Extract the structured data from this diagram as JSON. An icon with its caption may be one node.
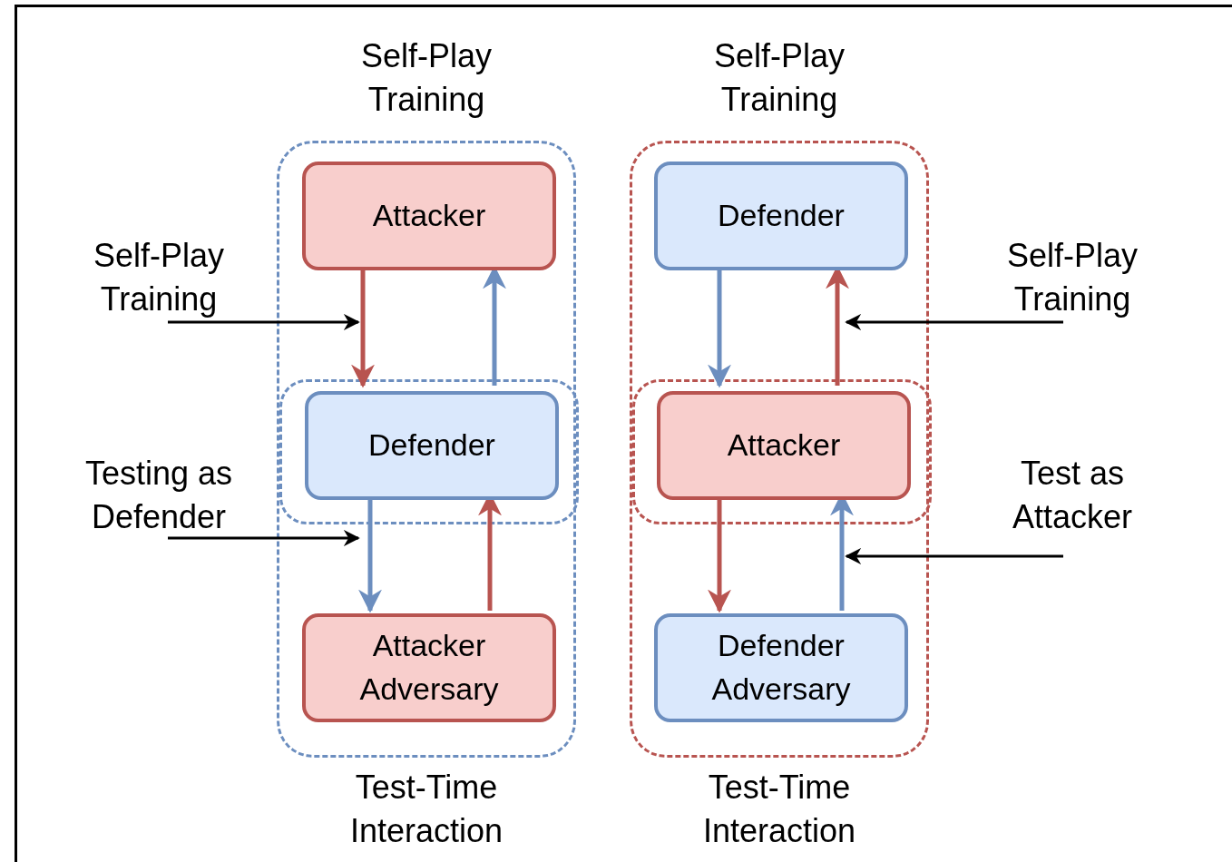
{
  "diagram": {
    "nodes": [
      {
        "text": [
          "Self-Play Training",
          "Test-Time Interaction"
        ]
      },
      {
        "text": [
          "Attacker"
        ],
        "in": 0
      },
      {
        "text": [],
        "shape": "box",
        "in": 0
      },
      {
        "text": [
          "Defender"
        ],
        "in": 2
      },
      {
        "text": [
          "Attacker Adversary"
        ],
        "in": 0
      },
      {
        "text": [
          "Self-Play Training",
          "Test-Time Interaction"
        ]
      },
      {
        "text": [
          "Defender"
        ],
        "in": 5
      },
      {
        "text": [],
        "shape": "box",
        "in": 5
      },
      {
        "text": [
          "Attacker"
        ],
        "in": 7
      },
      {
        "text": [
          "Defender Adversary"
        ],
        "in": 5
      },
      {
        "text": [
          "Self-Play Training"
        ]
      },
      {
        "text": [
          "Testing as Defender"
        ]
      },
      {
        "text": [
          "Self-Play Training"
        ]
      },
      {
        "text": [
          "Test as Attacker"
        ]
      }
    ],
    "edges": [
      {
        "from": 1,
        "to": 3,
        "arrow": "to",
        "color": "#b85450"
      },
      {
        "from": 3,
        "to": 1,
        "arrow": "to",
        "color": "#6c8ebf"
      },
      {
        "from": 3,
        "to": 4,
        "arrow": "to",
        "color": "#6c8ebf"
      },
      {
        "from": 4,
        "to": 3,
        "arrow": "to",
        "color": "#b85450"
      },
      {
        "from": 6,
        "to": 8,
        "arrow": "to",
        "color": "#6c8ebf"
      },
      {
        "from": 8,
        "to": 6,
        "arrow": "to",
        "color": "#b85450"
      },
      {
        "from": 8,
        "to": 9,
        "arrow": "to",
        "color": "#b85450"
      },
      {
        "from": 9,
        "to": 8,
        "arrow": "to",
        "color": "#6c8ebf"
      },
      {
        "from": 10,
        "to": 0,
        "arrow": "to",
        "color": "#000000"
      },
      {
        "from": 11,
        "to": 2,
        "arrow": "to",
        "color": "#000000"
      },
      {
        "from": 12,
        "to": 5,
        "arrow": "to",
        "color": "#000000"
      },
      {
        "from": 13,
        "to": 5,
        "arrow": "to",
        "color": "#000000"
      }
    ]
  }
}
